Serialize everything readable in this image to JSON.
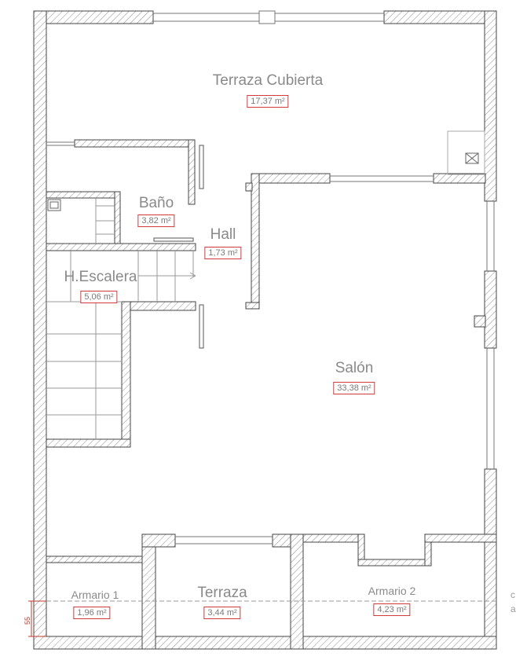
{
  "rooms": [
    {
      "id": "terraza-cubierta",
      "name": "Terraza Cubierta",
      "area": "17,37 m²"
    },
    {
      "id": "bano",
      "name": "Baño",
      "area": "3,82 m²"
    },
    {
      "id": "hall",
      "name": "Hall",
      "area": "1,73 m²"
    },
    {
      "id": "h-escalera",
      "name": "H.Escalera",
      "area": "5,06 m²"
    },
    {
      "id": "salon",
      "name": "Salón",
      "area": "33,38 m²"
    },
    {
      "id": "armario-1",
      "name": "Armario 1",
      "area": "1,96 m²"
    },
    {
      "id": "terraza",
      "name": "Terraza",
      "area": "3,44 m²"
    },
    {
      "id": "armario-2",
      "name": "Armario 2",
      "area": "4,23 m²"
    }
  ],
  "dimension": "55",
  "edge_text": [
    "c",
    "a"
  ],
  "colors": {
    "wall_hatch": "#8a8a8a",
    "label": "#8a8a8a",
    "area_border": "#d23b3b",
    "dimension": "#c0392b"
  }
}
